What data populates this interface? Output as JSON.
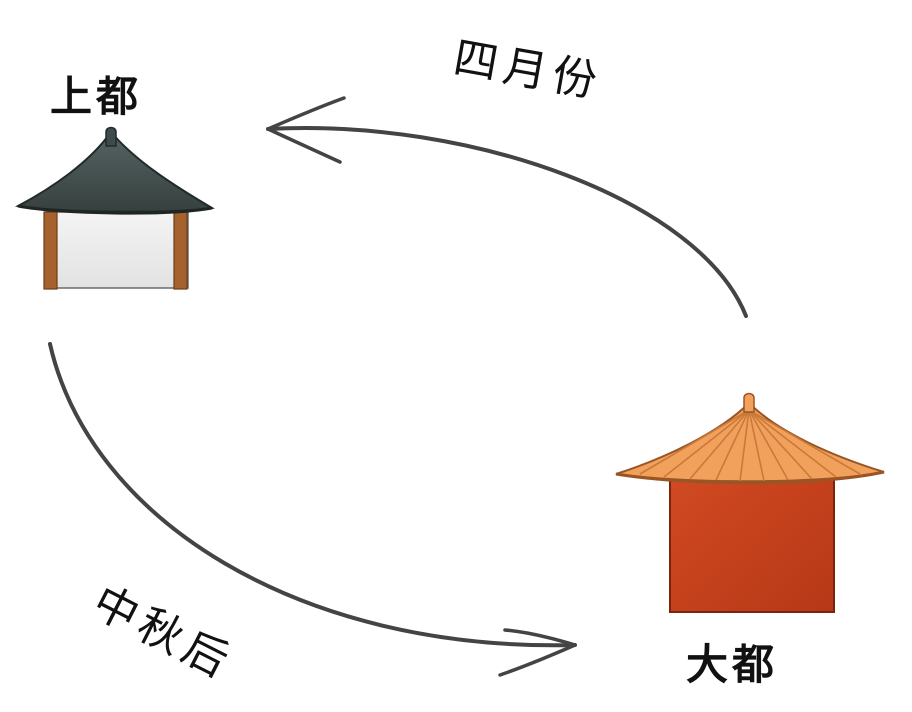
{
  "places": {
    "shangdu": "上都",
    "dadu": "大都"
  },
  "routes": {
    "to_shangdu": "四月份",
    "to_dadu": "中秋后"
  },
  "colors": {
    "shangdu_roof": "#3f4b4a",
    "shangdu_wall": "#ececec",
    "shangdu_pillar": "#a5622e",
    "dadu_roof": "#f2a15c",
    "dadu_roof_lines": "#c97a3a",
    "dadu_wall": "#c9411c",
    "arrow": "#444444"
  },
  "icons": {
    "shangdu": "pavilion-gray-roof-icon",
    "dadu": "pavilion-orange-roof-icon"
  }
}
